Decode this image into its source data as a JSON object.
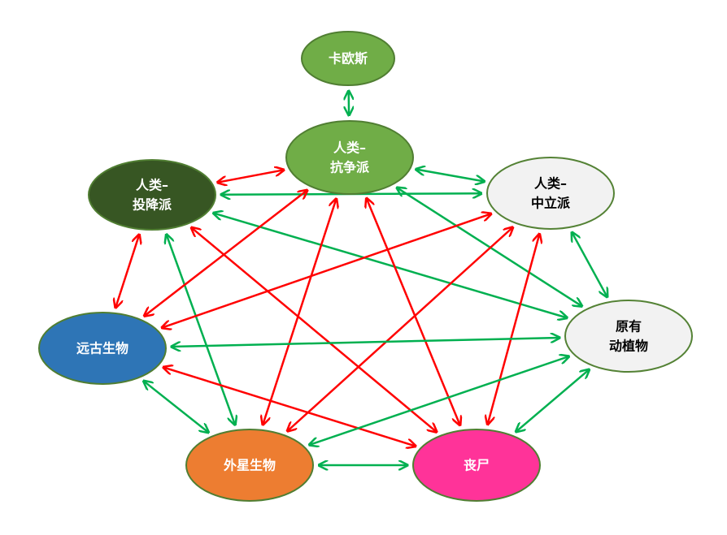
{
  "nodes": [
    {
      "id": "chaos",
      "lines": [
        "卡欧斯"
      ],
      "fill": "#70ad47",
      "stroke": "#507e32",
      "text_color": "#ffffff"
    },
    {
      "id": "human-resist",
      "lines": [
        "人类–",
        "抗争派"
      ],
      "fill": "#70ad47",
      "stroke": "#507e32",
      "text_color": "#ffffff"
    },
    {
      "id": "human-surrender",
      "lines": [
        "人类–",
        "投降派"
      ],
      "fill": "#375623",
      "stroke": "#507e32",
      "text_color": "#ffffff"
    },
    {
      "id": "human-neutral",
      "lines": [
        "人类–",
        "中立派"
      ],
      "fill": "#f2f2f2",
      "stroke": "#548235",
      "text_color": "#000000"
    },
    {
      "id": "ancient-creatures",
      "lines": [
        "远古生物"
      ],
      "fill": "#2e75b6",
      "stroke": "#507e32",
      "text_color": "#ffffff"
    },
    {
      "id": "native-flora-fauna",
      "lines": [
        "原有",
        "动植物"
      ],
      "fill": "#f2f2f2",
      "stroke": "#548235",
      "text_color": "#000000"
    },
    {
      "id": "aliens",
      "lines": [
        "外星生物"
      ],
      "fill": "#ed7d31",
      "stroke": "#507e32",
      "text_color": "#ffffff"
    },
    {
      "id": "zombies",
      "lines": [
        "丧尸"
      ],
      "fill": "#ff3399",
      "stroke": "#507e32",
      "text_color": "#ffffff"
    }
  ],
  "colors": {
    "friendly": "#00b050",
    "hostile": "#ff0000"
  },
  "edges": [
    {
      "from": "chaos",
      "to": "human-resist",
      "relation": "friendly"
    },
    {
      "from": "human-surrender",
      "to": "human-resist",
      "relation": "hostile"
    },
    {
      "from": "human-resist",
      "to": "human-neutral",
      "relation": "friendly"
    },
    {
      "from": "human-surrender",
      "to": "human-neutral",
      "relation": "friendly"
    },
    {
      "from": "human-surrender",
      "to": "ancient-creatures",
      "relation": "hostile"
    },
    {
      "from": "human-surrender",
      "to": "aliens",
      "relation": "friendly"
    },
    {
      "from": "human-surrender",
      "to": "native-flora-fauna",
      "relation": "friendly"
    },
    {
      "from": "human-surrender",
      "to": "zombies",
      "relation": "hostile"
    },
    {
      "from": "human-resist",
      "to": "ancient-creatures",
      "relation": "hostile"
    },
    {
      "from": "human-resist",
      "to": "aliens",
      "relation": "hostile"
    },
    {
      "from": "human-resist",
      "to": "zombies",
      "relation": "hostile"
    },
    {
      "from": "human-resist",
      "to": "native-flora-fauna",
      "relation": "friendly"
    },
    {
      "from": "human-neutral",
      "to": "ancient-creatures",
      "relation": "hostile"
    },
    {
      "from": "human-neutral",
      "to": "aliens",
      "relation": "hostile"
    },
    {
      "from": "human-neutral",
      "to": "zombies",
      "relation": "hostile"
    },
    {
      "from": "human-neutral",
      "to": "native-flora-fauna",
      "relation": "friendly"
    },
    {
      "from": "ancient-creatures",
      "to": "native-flora-fauna",
      "relation": "friendly"
    },
    {
      "from": "ancient-creatures",
      "to": "zombies",
      "relation": "hostile"
    },
    {
      "from": "ancient-creatures",
      "to": "aliens",
      "relation": "friendly"
    },
    {
      "from": "aliens",
      "to": "native-flora-fauna",
      "relation": "friendly"
    },
    {
      "from": "aliens",
      "to": "zombies",
      "relation": "friendly"
    },
    {
      "from": "zombies",
      "to": "native-flora-fauna",
      "relation": "friendly"
    }
  ]
}
